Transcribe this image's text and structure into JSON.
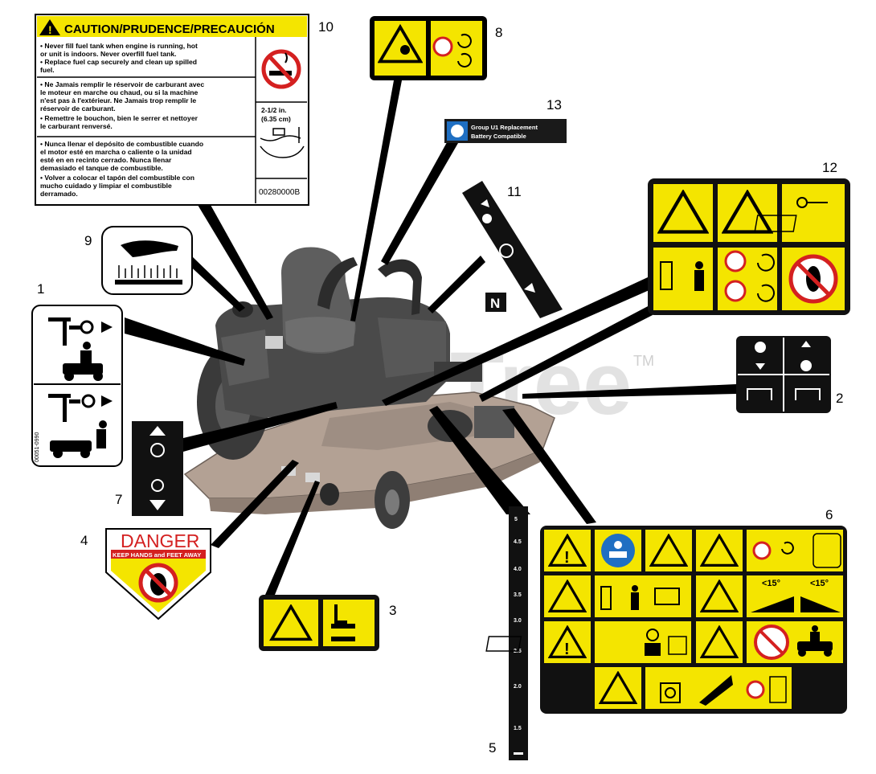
{
  "callouts": {
    "c1": "1",
    "c2": "2",
    "c3": "3",
    "c4": "4",
    "c5": "5",
    "c6": "6",
    "c7": "7",
    "c8": "8",
    "c9": "9",
    "c10": "10",
    "c11": "11",
    "c12": "12",
    "c13": "13"
  },
  "decal10": {
    "header": "CAUTION/PRUDENCE/PRECAUCIÓN",
    "en": [
      "• Never fill fuel tank when engine is running, hot",
      "  or unit is indoors. Never overfill fuel tank.",
      "• Replace fuel cap securely and clean up spilled",
      "  fuel."
    ],
    "fr": [
      "• Ne Jamais remplir le réservoir de carburant avec",
      "  le moteur en marche ou chaud, ou si la machine",
      "  n'est pas à l'extérieur. Ne Jamais trop remplir le",
      "  réservoir de carburant.",
      "• Remettre le bouchon, bien le serrer et nettoyer",
      "  le carburant renversé."
    ],
    "es": [
      "• Nunca llenar el depósito de combustible cuando",
      "  el motor esté en marcha o caliente o la unidad",
      "  esté en en recinto cerrado. Nunca llenar",
      "  demasiado el tanque de combustible.",
      "• Volver a colocar el tapón del combustible con",
      "  mucho cuidado y limpiar el combustible",
      "  derramado."
    ],
    "measure1": "2-1/2 in.",
    "measure2": "(6.35 cm)",
    "part_no": "00280000B"
  },
  "decal13": {
    "line1": "Group U1 Replacement",
    "line2": "Battery Compatible"
  },
  "decal4": {
    "title": "DANGER",
    "subtitle": "KEEP HANDS and FEET AWAY"
  },
  "decal5": {
    "ticks": [
      "5",
      "4.5",
      "4.0",
      "3.5",
      "3.0",
      "2.5",
      "2.0",
      "1.5"
    ]
  },
  "decal1": {
    "code": "00051-0990"
  },
  "watermark": {
    "tm": "TM",
    "text": "Tree"
  },
  "decal11": {
    "glyph": "N"
  },
  "decal15": {
    "left": "<15°",
    "right": "<15°"
  },
  "colors": {
    "decal_yellow": "#f4e500",
    "decal_black": "#111111",
    "danger_red": "#d42020",
    "mower_gray": "#4d4d4d",
    "deck_tan": "#b9a79a",
    "safety_blue": "#1f6fc2"
  }
}
